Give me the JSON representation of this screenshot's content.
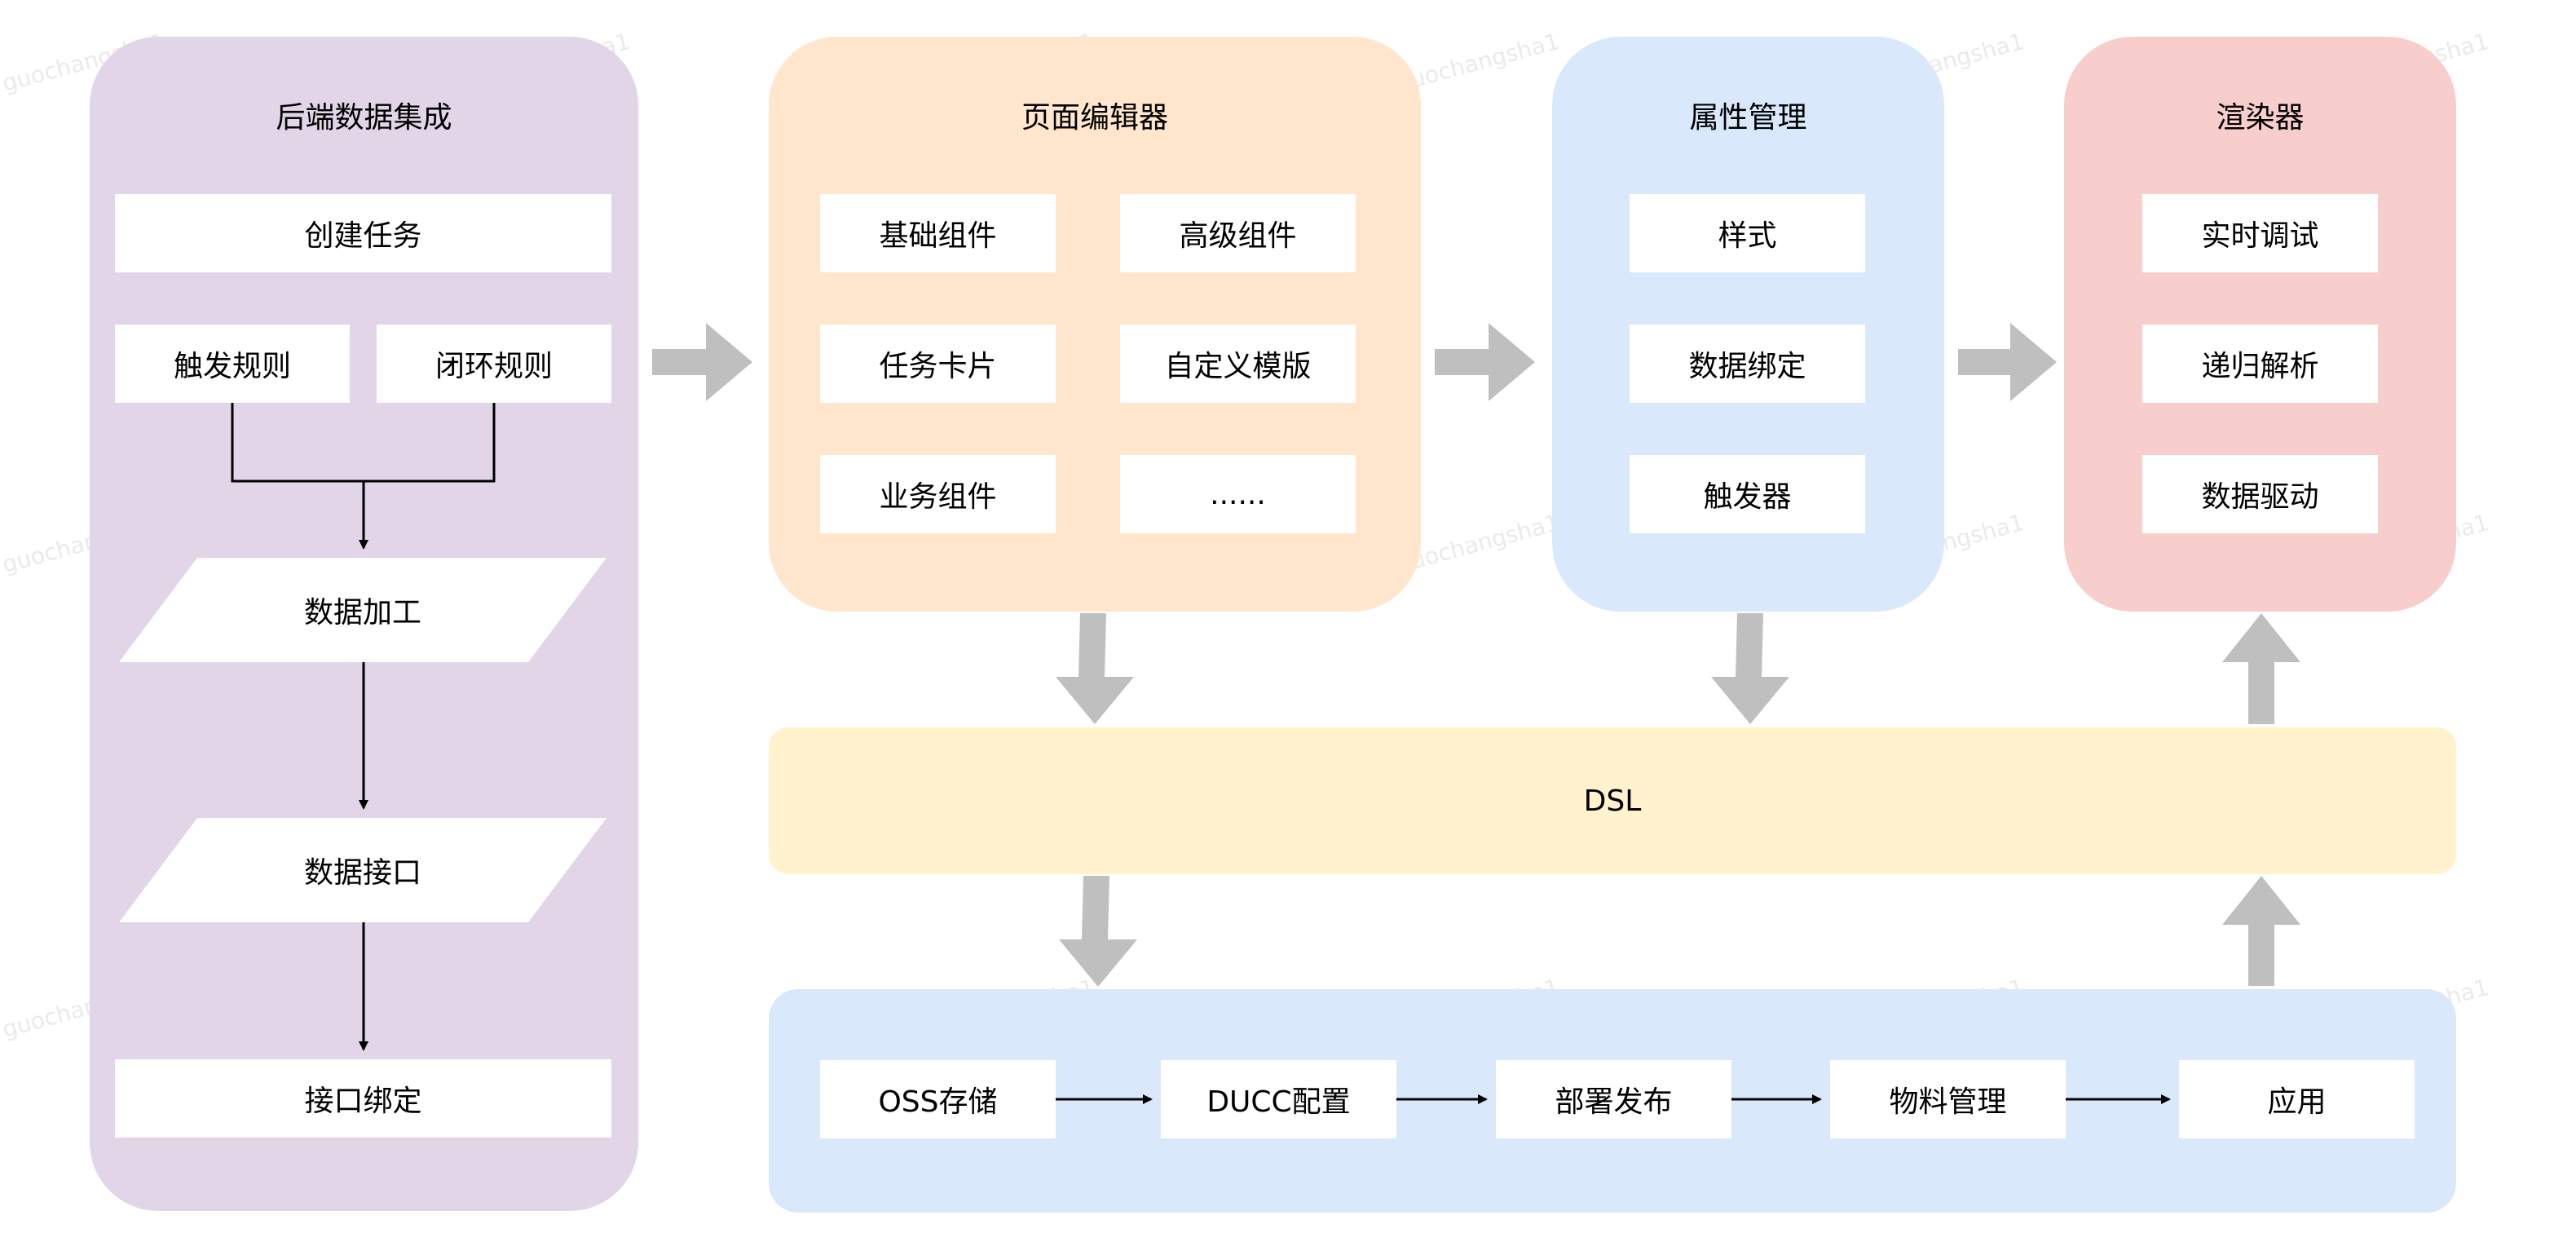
{
  "colors": {
    "backend": "#e1d5e7",
    "editor": "#ffe6cc",
    "property": "#dae8fc",
    "renderer": "#f8cecc",
    "dsl": "#fff2cc",
    "bottom": "#dae8fc",
    "block_arrow": "#bfbfbf",
    "line": "#000000"
  },
  "watermark": "guochangsha1",
  "backend": {
    "title": "后端数据集成",
    "create_task": "创建任务",
    "trigger_rule": "触发规则",
    "loop_rule": "闭环规则",
    "data_process": "数据加工",
    "data_interface": "数据接口",
    "interface_binding": "接口绑定"
  },
  "editor": {
    "title": "页面编辑器",
    "items": [
      "基础组件",
      "高级组件",
      "任务卡片",
      "自定义模版",
      "业务组件",
      "......"
    ]
  },
  "property": {
    "title": "属性管理",
    "items": [
      "样式",
      "数据绑定",
      "触发器"
    ]
  },
  "renderer": {
    "title": "渲染器",
    "items": [
      "实时调试",
      "递归解析",
      "数据驱动"
    ]
  },
  "dsl": {
    "label": "DSL"
  },
  "pipeline": {
    "items": [
      "OSS存储",
      "DUCC配置",
      "部署发布",
      "物料管理",
      "应用"
    ]
  }
}
